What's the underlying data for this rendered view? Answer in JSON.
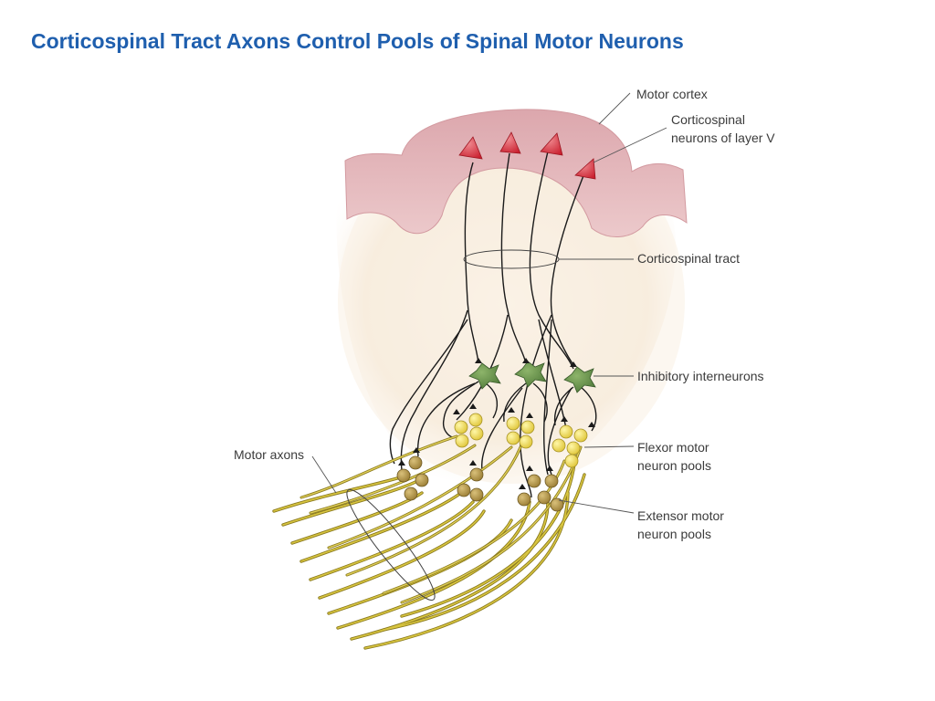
{
  "title": "Corticospinal Tract Axons Control Pools of Spinal Motor Neurons",
  "labels": {
    "motor_cortex": "Motor cortex",
    "corticospinal_neurons": [
      "Corticospinal",
      "neurons of layer V"
    ],
    "corticospinal_tract": "Corticospinal tract",
    "inhibitory_interneurons": "Inhibitory interneurons",
    "flexor_pools": [
      "Flexor motor",
      "neuron pools"
    ],
    "extensor_pools": [
      "Extensor motor",
      "neuron pools"
    ],
    "motor_axons": "Motor axons"
  },
  "colors": {
    "title": "#1f5fae",
    "cortex": "#e3b4b8",
    "white_matter": "#f8ebdb",
    "pyramidal_neuron": "#d8323f",
    "interneuron": "#5f8a45",
    "flexor_neuron": "#ecd84a",
    "extensor_neuron": "#b59a4c",
    "motor_axon": "#c8b52e",
    "label_text": "#3b3b3b",
    "leader_line": "#555555"
  }
}
